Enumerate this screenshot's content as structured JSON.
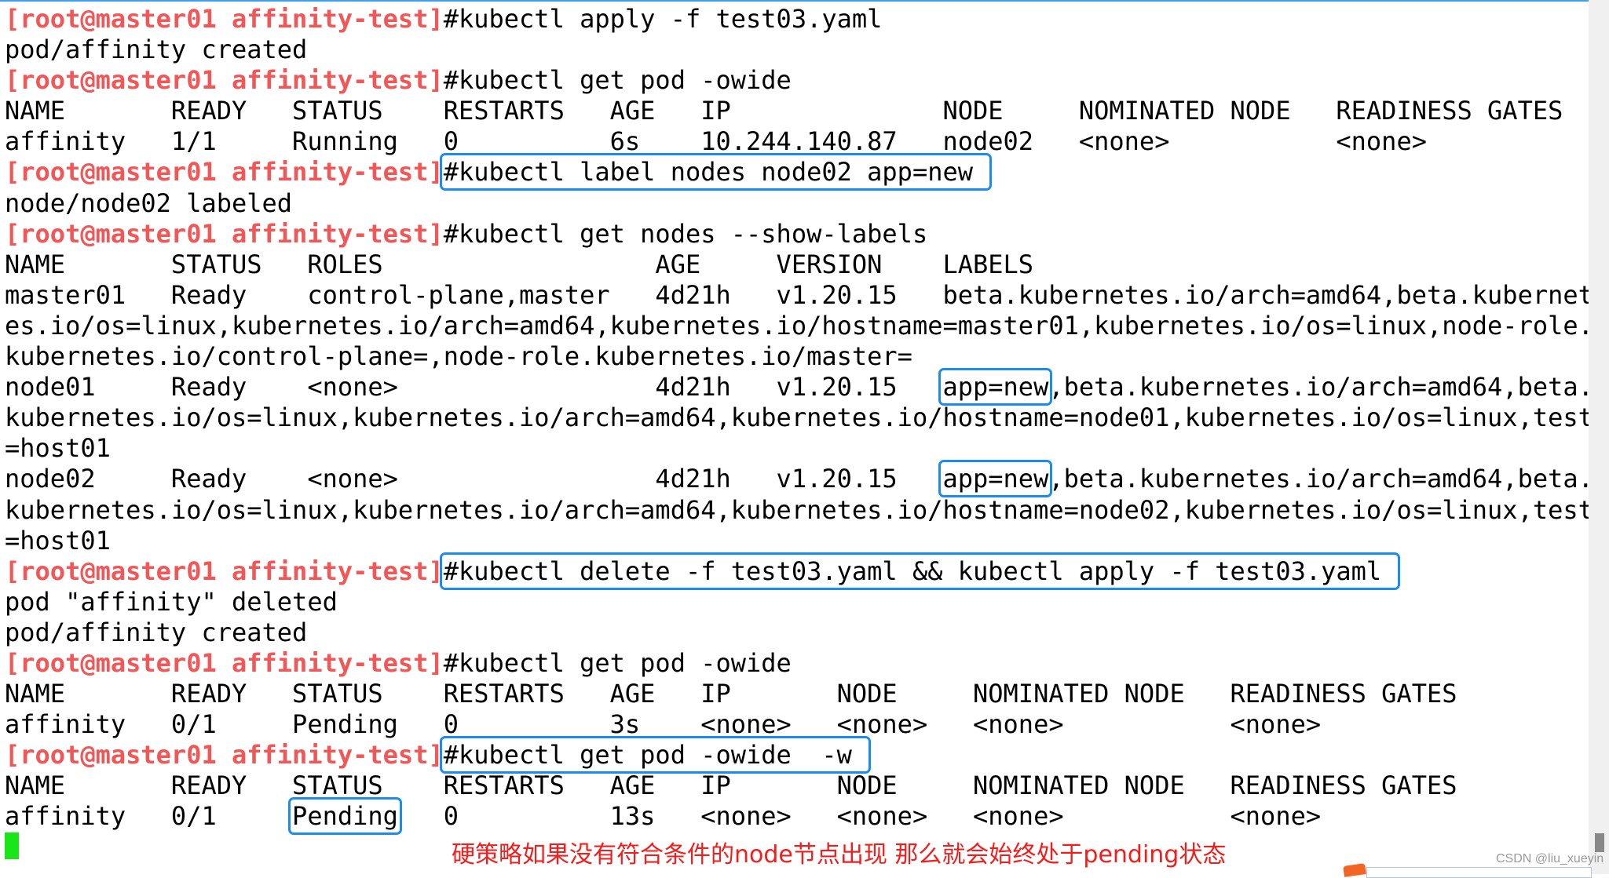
{
  "terminal": {
    "lines": [
      [
        {
          "t": "[root@master01 affinity-test]",
          "p": 1
        },
        {
          "t": "#kubectl apply -f test03.yaml"
        }
      ],
      [
        {
          "t": "pod/affinity created"
        }
      ],
      [
        {
          "t": "[root@master01 affinity-test]",
          "p": 1
        },
        {
          "t": "#kubectl get pod -owide"
        }
      ],
      [
        {
          "t": "NAME       READY   STATUS    RESTARTS   AGE   IP              NODE     NOMINATED NODE   READINESS GATES"
        }
      ],
      [
        {
          "t": "affinity   1/1     Running   0          6s    10.244.140.87   node02   <none>           <none>"
        }
      ],
      [
        {
          "t": "[root@master01 affinity-test]",
          "p": 1
        },
        {
          "t": "#kubectl label nodes node02 app=new ",
          "b": 1
        }
      ],
      [
        {
          "t": "node/node02 labeled"
        }
      ],
      [
        {
          "t": "[root@master01 affinity-test]",
          "p": 1
        },
        {
          "t": "#kubectl get nodes --show-labels"
        }
      ],
      [
        {
          "t": "NAME       STATUS   ROLES                  AGE     VERSION    LABELS"
        }
      ],
      [
        {
          "t": "master01   Ready    control-plane,master   4d21h   v1.20.15   beta.kubernetes.io/arch=amd64,beta.kubernet"
        }
      ],
      [
        {
          "t": "es.io/os=linux,kubernetes.io/arch=amd64,kubernetes.io/hostname=master01,kubernetes.io/os=linux,node-role."
        }
      ],
      [
        {
          "t": "kubernetes.io/control-plane=,node-role.kubernetes.io/master="
        }
      ],
      [
        {
          "t": "node01     Ready    <none>                 4d21h   v1.20.15   "
        },
        {
          "t": "app=new",
          "b": 1
        },
        {
          "t": ",beta.kubernetes.io/arch=amd64,beta."
        }
      ],
      [
        {
          "t": "kubernetes.io/os=linux,kubernetes.io/arch=amd64,kubernetes.io/hostname=node01,kubernetes.io/os=linux,test"
        }
      ],
      [
        {
          "t": "=host01"
        }
      ],
      [
        {
          "t": "node02     Ready    <none>                 4d21h   v1.20.15   "
        },
        {
          "t": "app=new",
          "b": 1
        },
        {
          "t": ",beta.kubernetes.io/arch=amd64,beta."
        }
      ],
      [
        {
          "t": "kubernetes.io/os=linux,kubernetes.io/arch=amd64,kubernetes.io/hostname=node02,kubernetes.io/os=linux,test"
        }
      ],
      [
        {
          "t": "=host01"
        }
      ],
      [
        {
          "t": "[root@master01 affinity-test]",
          "p": 1
        },
        {
          "t": "#kubectl delete -f test03.yaml && kubectl apply -f test03.yaml ",
          "b": 1
        }
      ],
      [
        {
          "t": "pod \"affinity\" deleted"
        }
      ],
      [
        {
          "t": "pod/affinity created"
        }
      ],
      [
        {
          "t": "[root@master01 affinity-test]",
          "p": 1
        },
        {
          "t": "#kubectl get pod -owide"
        }
      ],
      [
        {
          "t": "NAME       READY   STATUS    RESTARTS   AGE   IP       NODE     NOMINATED NODE   READINESS GATES"
        }
      ],
      [
        {
          "t": "affinity   0/1     Pending   0          3s    <none>   <none>   <none>           <none>"
        }
      ],
      [
        {
          "t": "[root@master01 affinity-test]",
          "p": 1
        },
        {
          "t": "#kubectl get pod -owide  -w ",
          "b": 1
        }
      ],
      [
        {
          "t": "NAME       READY   STATUS    RESTARTS   AGE   IP       NODE     NOMINATED NODE   READINESS GATES"
        }
      ],
      [
        {
          "t": "affinity   0/1     "
        },
        {
          "t": "Pending",
          "b": 1
        },
        {
          "t": "   0          13s   <none>   <none>   <none>           <none>"
        }
      ]
    ]
  },
  "annotation": "硬策略如果没有符合条件的node节点出现 那么就会始终处于pending状态",
  "watermark": "CSDN @liu_xueyin",
  "colors": {
    "prompt": "#f25656",
    "highlight_box": "#1a8cf0",
    "cursor": "#19e619",
    "annotation": "#f51c1c"
  }
}
